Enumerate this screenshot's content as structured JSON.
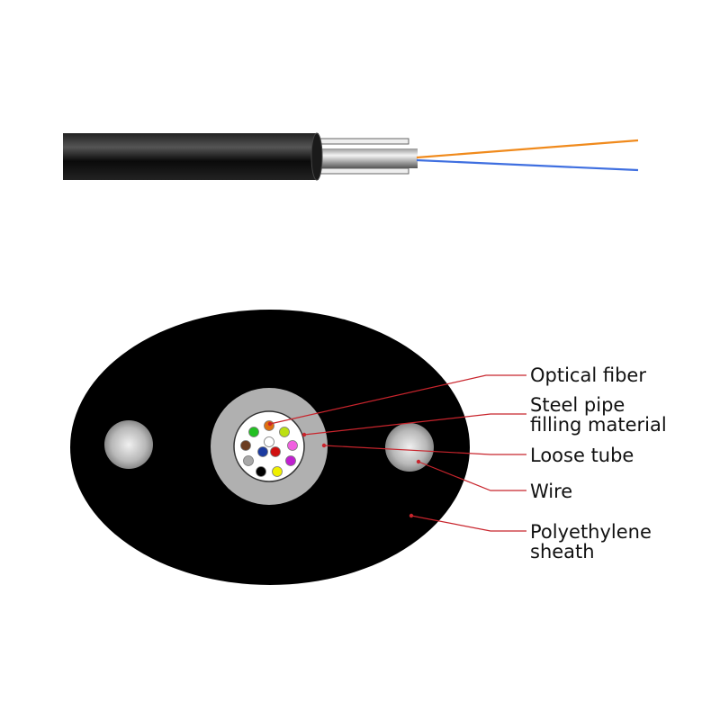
{
  "labels": {
    "optical_fiber": "Optical fiber",
    "steel_pipe_line1": "Steel pipe",
    "steel_pipe_line2": "filling material",
    "loose_tube": "Loose tube",
    "wire": "Wire",
    "sheath_line1": "Polyethylene",
    "sheath_line2": "sheath"
  },
  "colors": {
    "sheath": "#000000",
    "loose_tube": "#b0b0b0",
    "leader_line": "#c8242c",
    "fiber_orange": "#f08a1c",
    "fiber_blue": "#3f6fe0",
    "fibers": [
      "#e07010",
      "#22c022",
      "#bce012",
      "#6b3d22",
      "#ffffff",
      "#f060e0",
      "#1b3aa0",
      "#d01010",
      "#a8a8a8",
      "#c020d0",
      "#000000",
      "#f0f000"
    ]
  }
}
